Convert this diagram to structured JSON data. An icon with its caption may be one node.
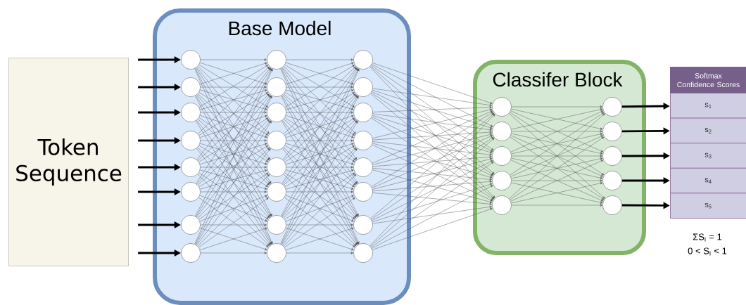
{
  "diagram": {
    "nodes": [
      {
        "text": [
          "Token Sequence"
        ]
      },
      {
        "text": [
          "Base Model"
        ]
      },
      {
        "text": [],
        "shape": "circle",
        "in": 1
      },
      {
        "text": [],
        "shape": "circle",
        "in": 1
      },
      {
        "text": [],
        "shape": "circle",
        "in": 1
      },
      {
        "text": [],
        "shape": "circle",
        "in": 1
      },
      {
        "text": [],
        "shape": "circle",
        "in": 1
      },
      {
        "text": [],
        "shape": "circle",
        "in": 1
      },
      {
        "text": [],
        "shape": "circle",
        "in": 1
      },
      {
        "text": [],
        "shape": "circle",
        "in": 1
      },
      {
        "text": [],
        "shape": "circle",
        "in": 1
      },
      {
        "text": [],
        "shape": "circle",
        "in": 1
      },
      {
        "text": [],
        "shape": "circle",
        "in": 1
      },
      {
        "text": [],
        "shape": "circle",
        "in": 1
      },
      {
        "text": [],
        "shape": "circle",
        "in": 1
      },
      {
        "text": [],
        "shape": "circle",
        "in": 1
      },
      {
        "text": [],
        "shape": "circle",
        "in": 1
      },
      {
        "text": [],
        "shape": "circle",
        "in": 1
      },
      {
        "text": [],
        "shape": "circle",
        "in": 1
      },
      {
        "text": [],
        "shape": "circle",
        "in": 1
      },
      {
        "text": [],
        "shape": "circle",
        "in": 1
      },
      {
        "text": [],
        "shape": "circle",
        "in": 1
      },
      {
        "text": [],
        "shape": "circle",
        "in": 1
      },
      {
        "text": [],
        "shape": "circle",
        "in": 1
      },
      {
        "text": [],
        "shape": "circle",
        "in": 1
      },
      {
        "text": [],
        "shape": "circle",
        "in": 1
      },
      {
        "text": [
          "Classifer Block"
        ]
      },
      {
        "text": [],
        "shape": "circle",
        "in": 26
      },
      {
        "text": [],
        "shape": "circle",
        "in": 26
      },
      {
        "text": [],
        "shape": "circle",
        "in": 26
      },
      {
        "text": [],
        "shape": "circle",
        "in": 26
      },
      {
        "text": [],
        "shape": "circle",
        "in": 26
      },
      {
        "text": [],
        "shape": "circle",
        "in": 26
      },
      {
        "text": [],
        "shape": "circle",
        "in": 26
      },
      {
        "text": [],
        "shape": "circle",
        "in": 26
      },
      {
        "text": [],
        "shape": "circle",
        "in": 26
      },
      {
        "text": [],
        "shape": "circle",
        "in": 26
      },
      {
        "text": [
          "Softmax Confidence Scores"
        ]
      },
      {
        "text": [
          "s$_{1}$"
        ]
      },
      {
        "text": [
          "s$_{2}$"
        ]
      },
      {
        "text": [
          "s$_{3}$"
        ]
      },
      {
        "text": [
          "s$_{4}$"
        ]
      },
      {
        "text": [
          "s$_{5}$"
        ]
      }
    ],
    "edges": [
      {
        "from": null,
        "to": 2,
        "arrow": "to",
        "style": "thick",
        "color": "#000000"
      },
      {
        "from": null,
        "to": 3,
        "arrow": "to",
        "style": "thick",
        "color": "#000000"
      },
      {
        "from": null,
        "to": 4,
        "arrow": "to",
        "style": "thick",
        "color": "#000000"
      },
      {
        "from": null,
        "to": 5,
        "arrow": "to",
        "style": "thick",
        "color": "#000000"
      },
      {
        "from": null,
        "to": 6,
        "arrow": "to",
        "style": "thick",
        "color": "#000000"
      },
      {
        "from": null,
        "to": 7,
        "arrow": "to",
        "style": "thick",
        "color": "#000000"
      },
      {
        "from": null,
        "to": 8,
        "arrow": "to",
        "style": "thick",
        "color": "#000000"
      },
      {
        "from": null,
        "to": 9,
        "arrow": "to",
        "style": "thick",
        "color": "#000000"
      },
      {
        "from": 2,
        "to": 10,
        "arrow": "to"
      },
      {
        "from": 2,
        "to": 11,
        "arrow": "to"
      },
      {
        "from": 2,
        "to": 12,
        "arrow": "to"
      },
      {
        "from": 2,
        "to": 13,
        "arrow": "to"
      },
      {
        "from": 2,
        "to": 14,
        "arrow": "to"
      },
      {
        "from": 2,
        "to": 15,
        "arrow": "to"
      },
      {
        "from": 2,
        "to": 16,
        "arrow": "to"
      },
      {
        "from": 2,
        "to": 17,
        "arrow": "to"
      },
      {
        "from": 3,
        "to": 10,
        "arrow": "to"
      },
      {
        "from": 3,
        "to": 11,
        "arrow": "to"
      },
      {
        "from": 3,
        "to": 12,
        "arrow": "to"
      },
      {
        "from": 3,
        "to": 13,
        "arrow": "to"
      },
      {
        "from": 3,
        "to": 14,
        "arrow": "to"
      },
      {
        "from": 3,
        "to": 15,
        "arrow": "to"
      },
      {
        "from": 3,
        "to": 16,
        "arrow": "to"
      },
      {
        "from": 3,
        "to": 17,
        "arrow": "to"
      },
      {
        "from": 4,
        "to": 10,
        "arrow": "to"
      },
      {
        "from": 4,
        "to": 11,
        "arrow": "to"
      },
      {
        "from": 4,
        "to": 12,
        "arrow": "to"
      },
      {
        "from": 4,
        "to": 13,
        "arrow": "to"
      },
      {
        "from": 4,
        "to": 14,
        "arrow": "to"
      },
      {
        "from": 4,
        "to": 15,
        "arrow": "to"
      },
      {
        "from": 4,
        "to": 16,
        "arrow": "to"
      },
      {
        "from": 4,
        "to": 17,
        "arrow": "to"
      },
      {
        "from": 5,
        "to": 10,
        "arrow": "to"
      },
      {
        "from": 5,
        "to": 11,
        "arrow": "to"
      },
      {
        "from": 5,
        "to": 12,
        "arrow": "to"
      },
      {
        "from": 5,
        "to": 13,
        "arrow": "to"
      },
      {
        "from": 5,
        "to": 14,
        "arrow": "to"
      },
      {
        "from": 5,
        "to": 15,
        "arrow": "to"
      },
      {
        "from": 5,
        "to": 16,
        "arrow": "to"
      },
      {
        "from": 5,
        "to": 17,
        "arrow": "to"
      },
      {
        "from": 6,
        "to": 10,
        "arrow": "to"
      },
      {
        "from": 6,
        "to": 11,
        "arrow": "to"
      },
      {
        "from": 6,
        "to": 12,
        "arrow": "to"
      },
      {
        "from": 6,
        "to": 13,
        "arrow": "to"
      },
      {
        "from": 6,
        "to": 14,
        "arrow": "to"
      },
      {
        "from": 6,
        "to": 15,
        "arrow": "to"
      },
      {
        "from": 6,
        "to": 16,
        "arrow": "to"
      },
      {
        "from": 6,
        "to": 17,
        "arrow": "to"
      },
      {
        "from": 7,
        "to": 10,
        "arrow": "to"
      },
      {
        "from": 7,
        "to": 11,
        "arrow": "to"
      },
      {
        "from": 7,
        "to": 12,
        "arrow": "to"
      },
      {
        "from": 7,
        "to": 13,
        "arrow": "to"
      },
      {
        "from": 7,
        "to": 14,
        "arrow": "to"
      },
      {
        "from": 7,
        "to": 15,
        "arrow": "to"
      },
      {
        "from": 7,
        "to": 16,
        "arrow": "to"
      },
      {
        "from": 7,
        "to": 17,
        "arrow": "to"
      },
      {
        "from": 8,
        "to": 10,
        "arrow": "to"
      },
      {
        "from": 8,
        "to": 11,
        "arrow": "to"
      },
      {
        "from": 8,
        "to": 12,
        "arrow": "to"
      },
      {
        "from": 8,
        "to": 13,
        "arrow": "to"
      },
      {
        "from": 8,
        "to": 14,
        "arrow": "to"
      },
      {
        "from": 8,
        "to": 15,
        "arrow": "to"
      },
      {
        "from": 8,
        "to": 16,
        "arrow": "to"
      },
      {
        "from": 8,
        "to": 17,
        "arrow": "to"
      },
      {
        "from": 9,
        "to": 10,
        "arrow": "to"
      },
      {
        "from": 9,
        "to": 11,
        "arrow": "to"
      },
      {
        "from": 9,
        "to": 12,
        "arrow": "to"
      },
      {
        "from": 9,
        "to": 13,
        "arrow": "to"
      },
      {
        "from": 9,
        "to": 14,
        "arrow": "to"
      },
      {
        "from": 9,
        "to": 15,
        "arrow": "to"
      },
      {
        "from": 9,
        "to": 16,
        "arrow": "to"
      },
      {
        "from": 9,
        "to": 17,
        "arrow": "to"
      },
      {
        "from": 10,
        "to": 18,
        "arrow": "to"
      },
      {
        "from": 10,
        "to": 19,
        "arrow": "to"
      },
      {
        "from": 10,
        "to": 20,
        "arrow": "to"
      },
      {
        "from": 10,
        "to": 21,
        "arrow": "to"
      },
      {
        "from": 10,
        "to": 22,
        "arrow": "to"
      },
      {
        "from": 10,
        "to": 23,
        "arrow": "to"
      },
      {
        "from": 10,
        "to": 24,
        "arrow": "to"
      },
      {
        "from": 10,
        "to": 25,
        "arrow": "to"
      },
      {
        "from": 11,
        "to": 18,
        "arrow": "to"
      },
      {
        "from": 11,
        "to": 19,
        "arrow": "to"
      },
      {
        "from": 11,
        "to": 20,
        "arrow": "to"
      },
      {
        "from": 11,
        "to": 21,
        "arrow": "to"
      },
      {
        "from": 11,
        "to": 22,
        "arrow": "to"
      },
      {
        "from": 11,
        "to": 23,
        "arrow": "to"
      },
      {
        "from": 11,
        "to": 24,
        "arrow": "to"
      },
      {
        "from": 11,
        "to": 25,
        "arrow": "to"
      },
      {
        "from": 12,
        "to": 18,
        "arrow": "to"
      },
      {
        "from": 12,
        "to": 19,
        "arrow": "to"
      },
      {
        "from": 12,
        "to": 20,
        "arrow": "to"
      },
      {
        "from": 12,
        "to": 21,
        "arrow": "to"
      },
      {
        "from": 12,
        "to": 22,
        "arrow": "to"
      },
      {
        "from": 12,
        "to": 23,
        "arrow": "to"
      },
      {
        "from": 12,
        "to": 24,
        "arrow": "to"
      },
      {
        "from": 12,
        "to": 25,
        "arrow": "to"
      },
      {
        "from": 13,
        "to": 18,
        "arrow": "to"
      },
      {
        "from": 13,
        "to": 19,
        "arrow": "to"
      },
      {
        "from": 13,
        "to": 20,
        "arrow": "to"
      },
      {
        "from": 13,
        "to": 21,
        "arrow": "to"
      },
      {
        "from": 13,
        "to": 22,
        "arrow": "to"
      },
      {
        "from": 13,
        "to": 23,
        "arrow": "to"
      },
      {
        "from": 13,
        "to": 24,
        "arrow": "to"
      },
      {
        "from": 13,
        "to": 25,
        "arrow": "to"
      },
      {
        "from": 14,
        "to": 18,
        "arrow": "to"
      },
      {
        "from": 14,
        "to": 19,
        "arrow": "to"
      },
      {
        "from": 14,
        "to": 20,
        "arrow": "to"
      },
      {
        "from": 14,
        "to": 21,
        "arrow": "to"
      },
      {
        "from": 14,
        "to": 22,
        "arrow": "to"
      },
      {
        "from": 14,
        "to": 23,
        "arrow": "to"
      },
      {
        "from": 14,
        "to": 24,
        "arrow": "to"
      },
      {
        "from": 14,
        "to": 25,
        "arrow": "to"
      },
      {
        "from": 15,
        "to": 18,
        "arrow": "to"
      },
      {
        "from": 15,
        "to": 19,
        "arrow": "to"
      },
      {
        "from": 15,
        "to": 20,
        "arrow": "to"
      },
      {
        "from": 15,
        "to": 21,
        "arrow": "to"
      },
      {
        "from": 15,
        "to": 22,
        "arrow": "to"
      },
      {
        "from": 15,
        "to": 23,
        "arrow": "to"
      },
      {
        "from": 15,
        "to": 24,
        "arrow": "to"
      },
      {
        "from": 15,
        "to": 25,
        "arrow": "to"
      },
      {
        "from": 16,
        "to": 18,
        "arrow": "to"
      },
      {
        "from": 16,
        "to": 19,
        "arrow": "to"
      },
      {
        "from": 16,
        "to": 20,
        "arrow": "to"
      },
      {
        "from": 16,
        "to": 21,
        "arrow": "to"
      },
      {
        "from": 16,
        "to": 22,
        "arrow": "to"
      },
      {
        "from": 16,
        "to": 23,
        "arrow": "to"
      },
      {
        "from": 16,
        "to": 24,
        "arrow": "to"
      },
      {
        "from": 16,
        "to": 25,
        "arrow": "to"
      },
      {
        "from": 17,
        "to": 18,
        "arrow": "to"
      },
      {
        "from": 17,
        "to": 19,
        "arrow": "to"
      },
      {
        "from": 17,
        "to": 20,
        "arrow": "to"
      },
      {
        "from": 17,
        "to": 21,
        "arrow": "to"
      },
      {
        "from": 17,
        "to": 22,
        "arrow": "to"
      },
      {
        "from": 17,
        "to": 23,
        "arrow": "to"
      },
      {
        "from": 17,
        "to": 24,
        "arrow": "to"
      },
      {
        "from": 17,
        "to": 25,
        "arrow": "to"
      },
      {
        "from": 18,
        "to": 27,
        "arrow": "to"
      },
      {
        "from": 18,
        "to": 28,
        "arrow": "to"
      },
      {
        "from": 18,
        "to": 29,
        "arrow": "to"
      },
      {
        "from": 18,
        "to": 30,
        "arrow": "to"
      },
      {
        "from": 18,
        "to": 31,
        "arrow": "to"
      },
      {
        "from": 19,
        "to": 27,
        "arrow": "to"
      },
      {
        "from": 19,
        "to": 28,
        "arrow": "to"
      },
      {
        "from": 19,
        "to": 29,
        "arrow": "to"
      },
      {
        "from": 19,
        "to": 30,
        "arrow": "to"
      },
      {
        "from": 19,
        "to": 31,
        "arrow": "to"
      },
      {
        "from": 20,
        "to": 27,
        "arrow": "to"
      },
      {
        "from": 20,
        "to": 28,
        "arrow": "to"
      },
      {
        "from": 20,
        "to": 29,
        "arrow": "to"
      },
      {
        "from": 20,
        "to": 30,
        "arrow": "to"
      },
      {
        "from": 20,
        "to": 31,
        "arrow": "to"
      },
      {
        "from": 21,
        "to": 27,
        "arrow": "to"
      },
      {
        "from": 21,
        "to": 28,
        "arrow": "to"
      },
      {
        "from": 21,
        "to": 29,
        "arrow": "to"
      },
      {
        "from": 21,
        "to": 30,
        "arrow": "to"
      },
      {
        "from": 21,
        "to": 31,
        "arrow": "to"
      },
      {
        "from": 22,
        "to": 27,
        "arrow": "to"
      },
      {
        "from": 22,
        "to": 28,
        "arrow": "to"
      },
      {
        "from": 22,
        "to": 29,
        "arrow": "to"
      },
      {
        "from": 22,
        "to": 30,
        "arrow": "to"
      },
      {
        "from": 22,
        "to": 31,
        "arrow": "to"
      },
      {
        "from": 23,
        "to": 27,
        "arrow": "to"
      },
      {
        "from": 23,
        "to": 28,
        "arrow": "to"
      },
      {
        "from": 23,
        "to": 29,
        "arrow": "to"
      },
      {
        "from": 23,
        "to": 30,
        "arrow": "to"
      },
      {
        "from": 23,
        "to": 31,
        "arrow": "to"
      },
      {
        "from": 24,
        "to": 27,
        "arrow": "to"
      },
      {
        "from": 24,
        "to": 28,
        "arrow": "to"
      },
      {
        "from": 24,
        "to": 29,
        "arrow": "to"
      },
      {
        "from": 24,
        "to": 30,
        "arrow": "to"
      },
      {
        "from": 24,
        "to": 31,
        "arrow": "to"
      },
      {
        "from": 25,
        "to": 27,
        "arrow": "to"
      },
      {
        "from": 25,
        "to": 28,
        "arrow": "to"
      },
      {
        "from": 25,
        "to": 29,
        "arrow": "to"
      },
      {
        "from": 25,
        "to": 30,
        "arrow": "to"
      },
      {
        "from": 25,
        "to": 31,
        "arrow": "to"
      },
      {
        "from": 27,
        "to": 32,
        "arrow": "to"
      },
      {
        "from": 27,
        "to": 33,
        "arrow": "to"
      },
      {
        "from": 27,
        "to": 34,
        "arrow": "to"
      },
      {
        "from": 27,
        "to": 35,
        "arrow": "to"
      },
      {
        "from": 27,
        "to": 36,
        "arrow": "to"
      },
      {
        "from": 28,
        "to": 32,
        "arrow": "to"
      },
      {
        "from": 28,
        "to": 33,
        "arrow": "to"
      },
      {
        "from": 28,
        "to": 34,
        "arrow": "to"
      },
      {
        "from": 28,
        "to": 35,
        "arrow": "to"
      },
      {
        "from": 28,
        "to": 36,
        "arrow": "to"
      },
      {
        "from": 29,
        "to": 32,
        "arrow": "to"
      },
      {
        "from": 29,
        "to": 33,
        "arrow": "to"
      },
      {
        "from": 29,
        "to": 34,
        "arrow": "to"
      },
      {
        "from": 29,
        "to": 35,
        "arrow": "to"
      },
      {
        "from": 29,
        "to": 36,
        "arrow": "to"
      },
      {
        "from": 30,
        "to": 32,
        "arrow": "to"
      },
      {
        "from": 30,
        "to": 33,
        "arrow": "to"
      },
      {
        "from": 30,
        "to": 34,
        "arrow": "to"
      },
      {
        "from": 30,
        "to": 35,
        "arrow": "to"
      },
      {
        "from": 30,
        "to": 36,
        "arrow": "to"
      },
      {
        "from": 31,
        "to": 32,
        "arrow": "to"
      },
      {
        "from": 31,
        "to": 33,
        "arrow": "to"
      },
      {
        "from": 31,
        "to": 34,
        "arrow": "to"
      },
      {
        "from": 31,
        "to": 35,
        "arrow": "to"
      },
      {
        "from": 31,
        "to": 36,
        "arrow": "to"
      },
      {
        "from": 32,
        "to": 38,
        "arrow": "to",
        "style": "thick",
        "color": "#000000"
      },
      {
        "from": 33,
        "to": 39,
        "arrow": "to",
        "style": "thick",
        "color": "#000000"
      },
      {
        "from": 34,
        "to": 40,
        "arrow": "to",
        "style": "thick",
        "color": "#000000"
      },
      {
        "from": 35,
        "to": 41,
        "arrow": "to",
        "style": "thick",
        "color": "#000000"
      },
      {
        "from": 36,
        "to": 42,
        "arrow": "to",
        "style": "thick",
        "color": "#000000"
      }
    ],
    "labels": [
      "ΣS$_{i}$ = 1",
      "0 < S$_{i}$ < 1"
    ]
  }
}
